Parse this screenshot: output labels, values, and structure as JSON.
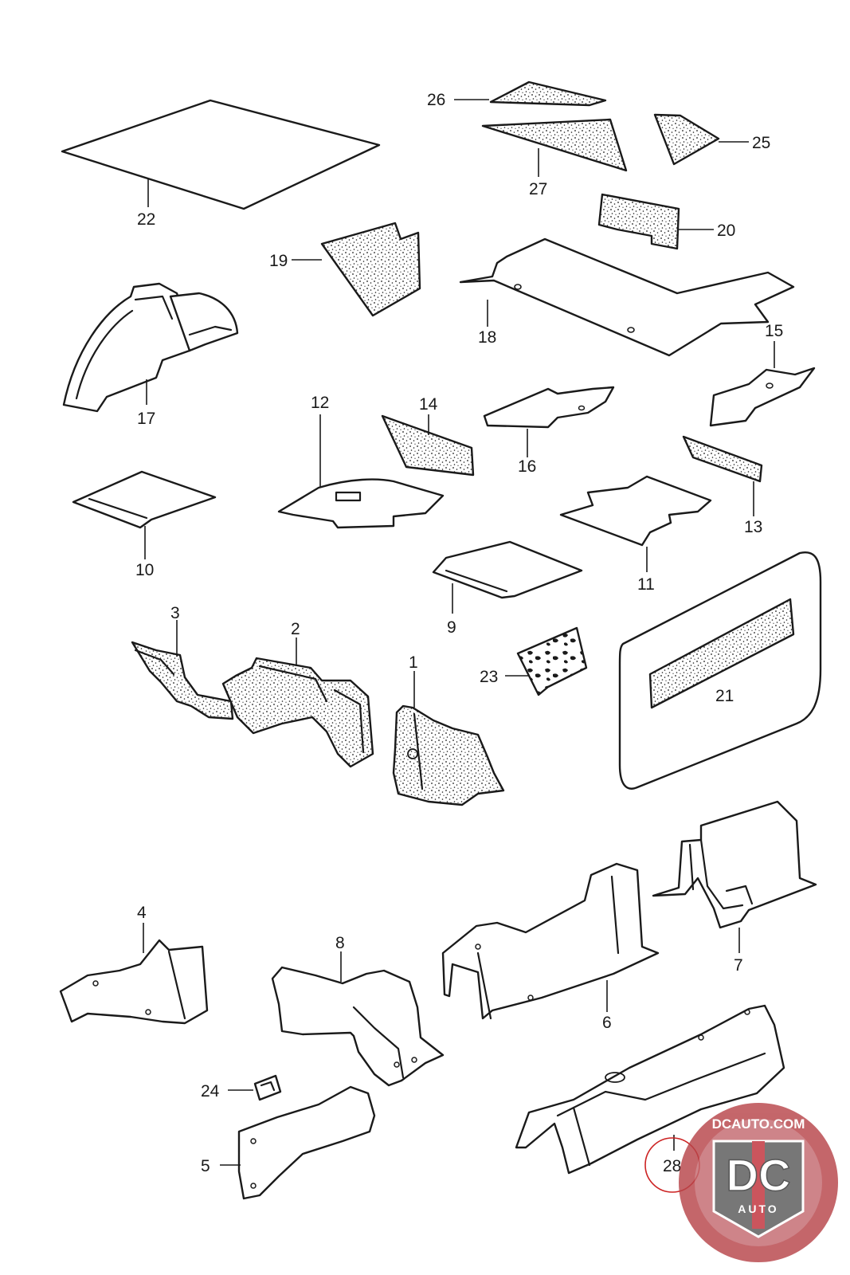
{
  "diagram": {
    "callouts": {
      "p1": "1",
      "p2": "2",
      "p3": "3",
      "p4": "4",
      "p5": "5",
      "p6": "6",
      "p7": "7",
      "p8": "8",
      "p9": "9",
      "p10": "10",
      "p11": "11",
      "p12": "12",
      "p13": "13",
      "p14": "14",
      "p15": "15",
      "p16": "16",
      "p17": "17",
      "p18": "18",
      "p19": "19",
      "p20": "20",
      "p21": "21",
      "p22": "22",
      "p23": "23",
      "p24": "24",
      "p25": "25",
      "p26": "26",
      "p27": "27",
      "p28": "28"
    },
    "highlighted_part": "28",
    "highlight_color": "#cc2222"
  },
  "watermark": {
    "site": "DCAUTO.COM",
    "logo_letters": "DC",
    "logo_word": "AUTO",
    "colors": {
      "ring": "#b8454a",
      "inner": "#5a5a5a",
      "stripe": "#c0303a"
    }
  }
}
